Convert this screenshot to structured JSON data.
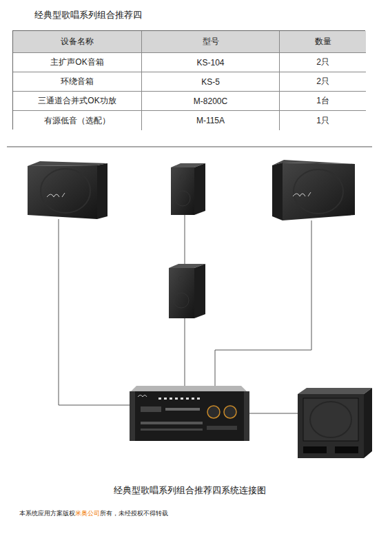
{
  "diagram": {
    "title": "经典型歌唱系列组合推荐四",
    "caption": "经典型歌唱系列组合推荐四系统连接图",
    "labels": [
      "设备名称",
      "型号",
      "数量",
      "主扩声OK音箱",
      "KS-104",
      "2只",
      "环绕音箱",
      "KS-5",
      "2只",
      "三通道合并式OK功放",
      "M-8200C",
      "1台",
      "有源低音（选配）",
      "M-115A",
      "1只",
      "本系统应用方案版权",
      "米奥公司",
      "所有，未经授权不得转载"
    ]
  }
}
